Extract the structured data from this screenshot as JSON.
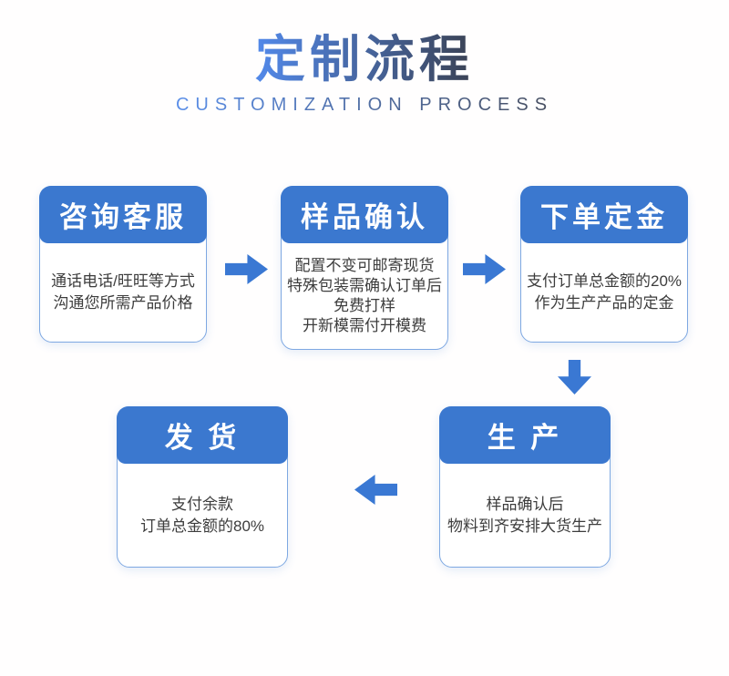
{
  "header": {
    "title": "定制流程",
    "subtitle": "CUSTOMIZATION PROCESS"
  },
  "steps": [
    {
      "title": "咨询客服",
      "lines": [
        "通话电话/旺旺等方式",
        "沟通您所需产品价格"
      ]
    },
    {
      "title": "样品确认",
      "lines": [
        "配置不变可邮寄现货",
        "特殊包装需确认订单后",
        "免费打样",
        "开新模需付开模费"
      ]
    },
    {
      "title": "下单定金",
      "lines": [
        "支付订单总金额的20%",
        "作为生产产品的定金"
      ]
    },
    {
      "title": "生 产",
      "lines": [
        "样品确认后",
        "物料到齐安排大货生产"
      ]
    },
    {
      "title": "发 货",
      "lines": [
        "支付余款",
        "订单总金额的80%"
      ]
    }
  ],
  "arrows": [
    {
      "direction": "right"
    },
    {
      "direction": "right"
    },
    {
      "direction": "down"
    },
    {
      "direction": "left"
    }
  ],
  "colors": {
    "step_header_blue": "#3b78cf",
    "arrow_blue": "#3a78d3",
    "box_border_blue": "#7ea8e2",
    "body_text": "#3d3d3d",
    "background": "#fffefe",
    "title_gradient_start": "#5289ea",
    "title_gradient_end": "#3b4254",
    "subtitle_gradient_start": "#5b8fe9",
    "subtitle_gradient_end": "#474e60"
  }
}
